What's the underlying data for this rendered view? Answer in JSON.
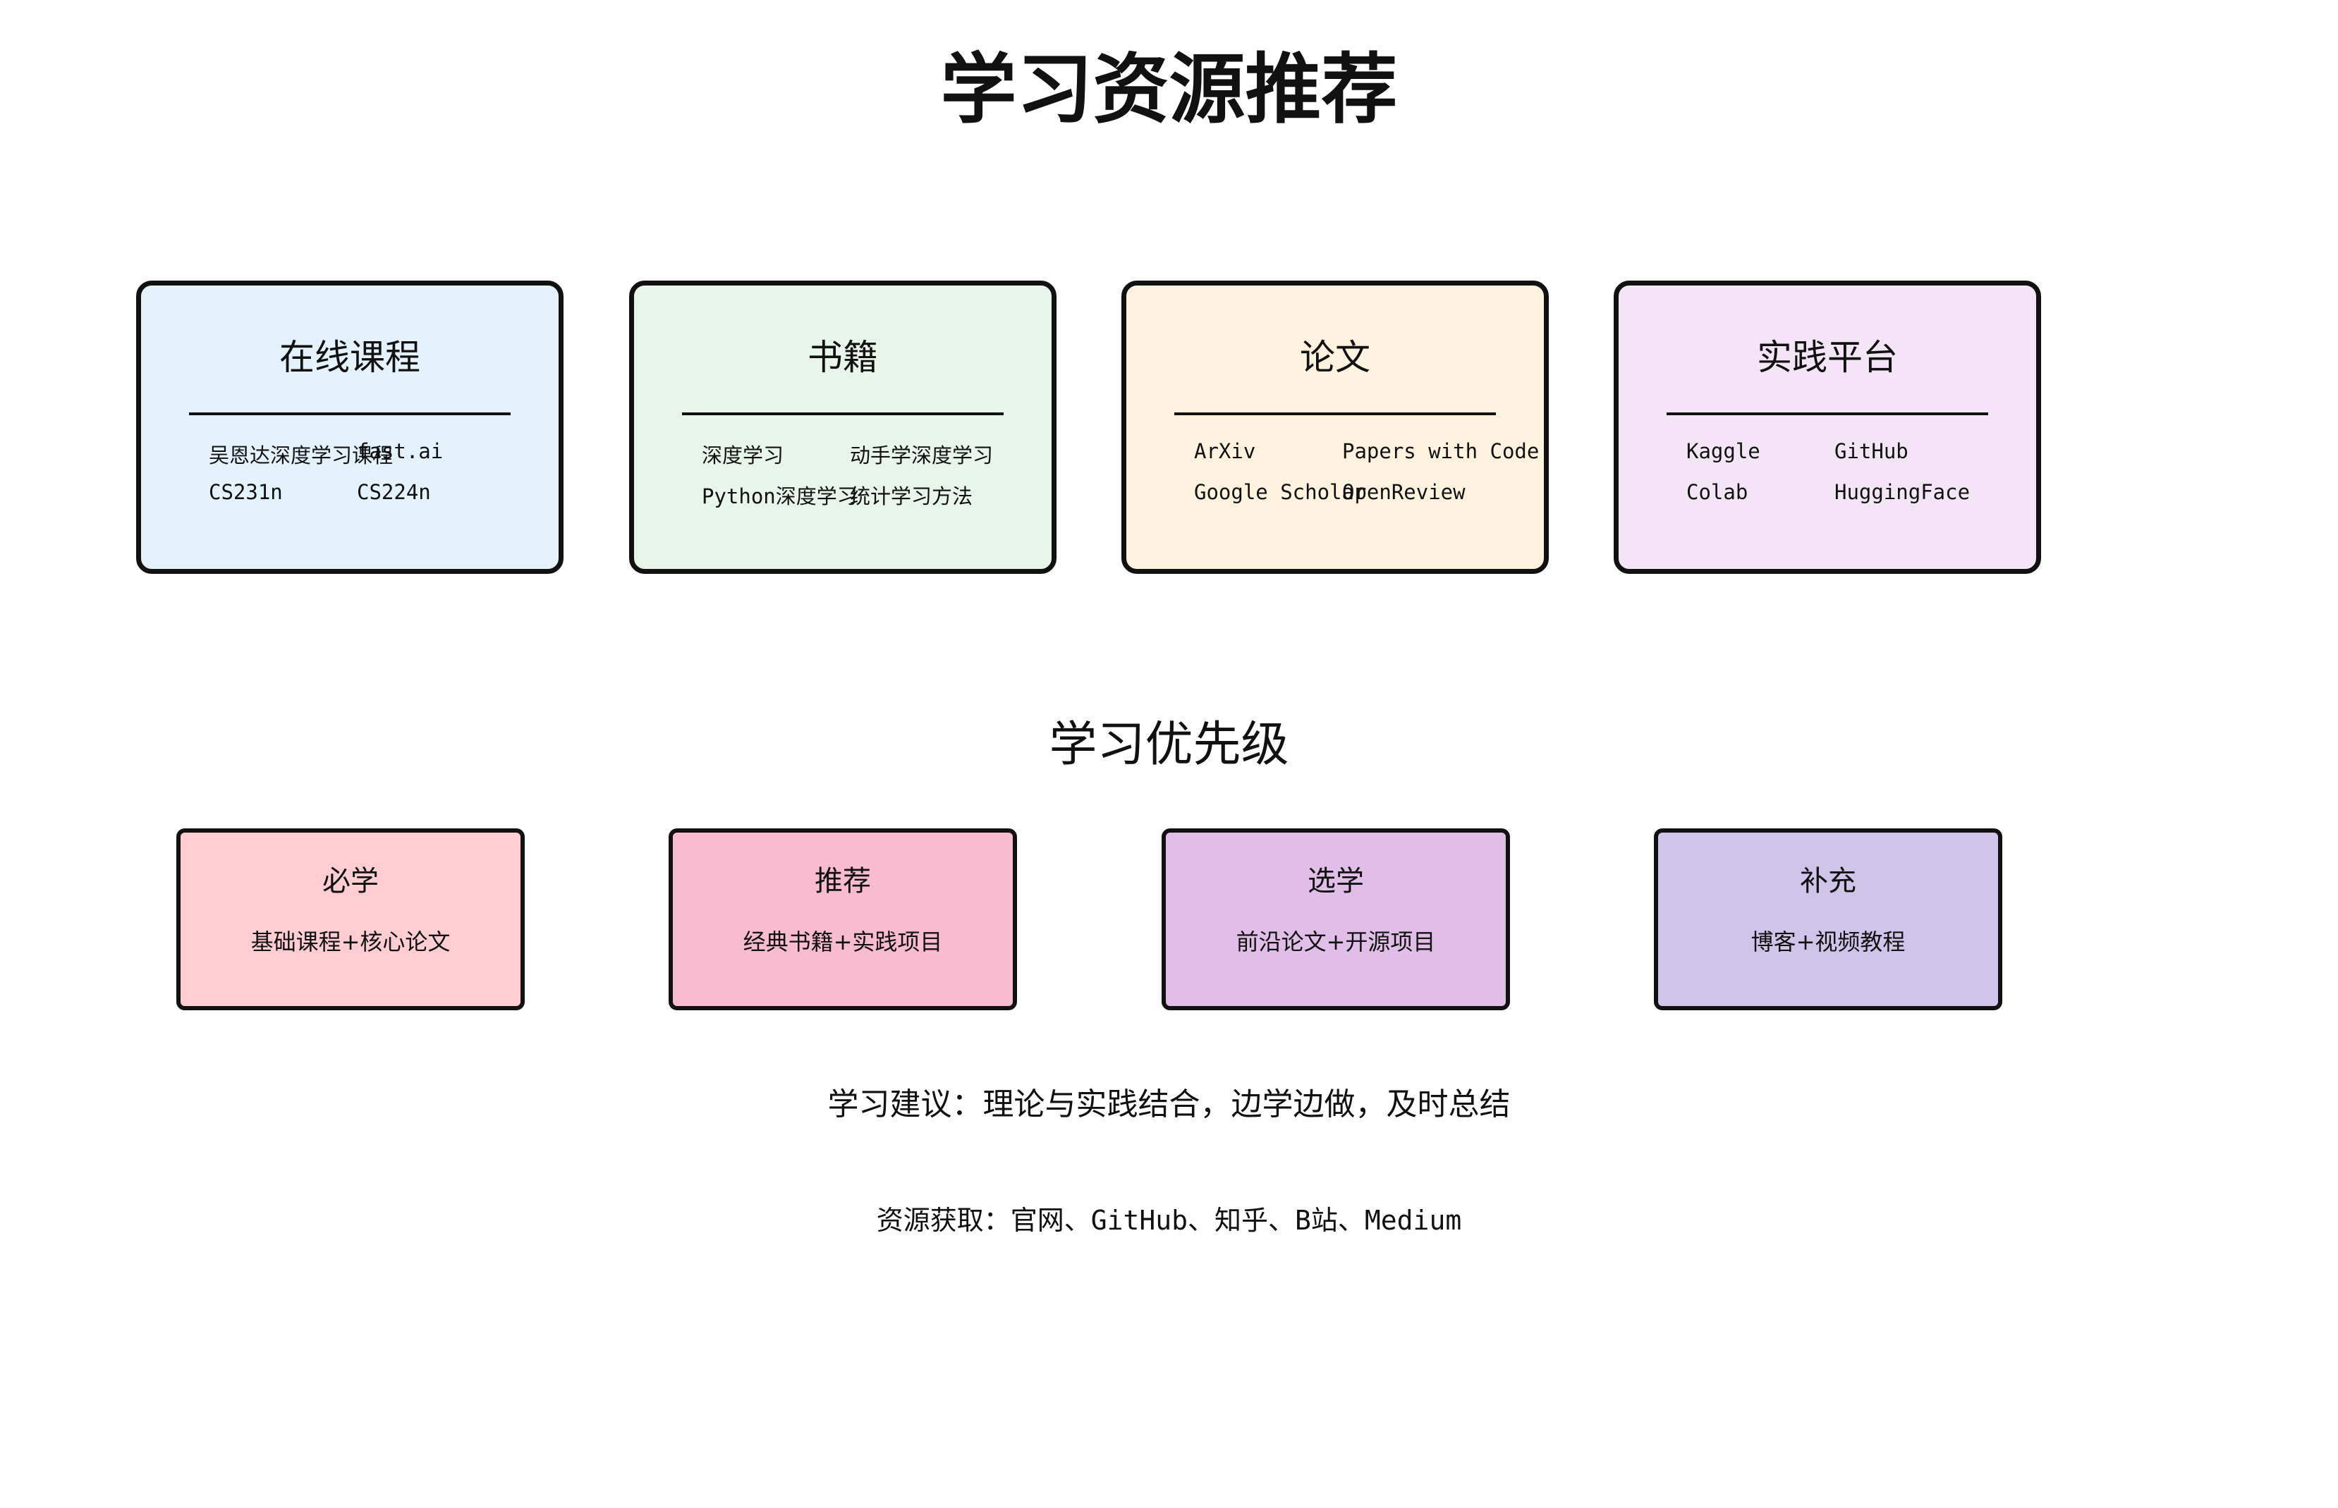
{
  "title": "学习资源推荐",
  "categories": [
    {
      "title": "在线课程",
      "color": "#e3f2fd",
      "items": [
        "吴恩达深度学习课程",
        "fast.ai",
        "CS231n",
        "CS224n"
      ]
    },
    {
      "title": "书籍",
      "color": "#e8f5e9",
      "items": [
        "深度学习",
        "动手学深度学习",
        "Python深度学习",
        "统计学习方法"
      ]
    },
    {
      "title": "论文",
      "color": "#fff3e0",
      "items": [
        "ArXiv",
        "Papers with Code",
        "Google Scholar",
        "OpenReview"
      ]
    },
    {
      "title": "实践平台",
      "color": "#f3e5f5",
      "items": [
        "Kaggle",
        "GitHub",
        "Colab",
        "HuggingFace"
      ]
    }
  ],
  "priority_title": "学习优先级",
  "priorities": [
    {
      "title": "必学",
      "desc": "基础课程+核心论文",
      "color": "#ffcdd2"
    },
    {
      "title": "推荐",
      "desc": "经典书籍+实践项目",
      "color": "#f8bbd0"
    },
    {
      "title": "选学",
      "desc": "前沿论文+开源项目",
      "color": "#e1bee7"
    },
    {
      "title": "补充",
      "desc": "博客+视频教程",
      "color": "#d1c4e9"
    }
  ],
  "advice": "学习建议：理论与实践结合，边学边做，及时总结",
  "sources": "资源获取：官网、GitHub、知乎、B站、Medium"
}
